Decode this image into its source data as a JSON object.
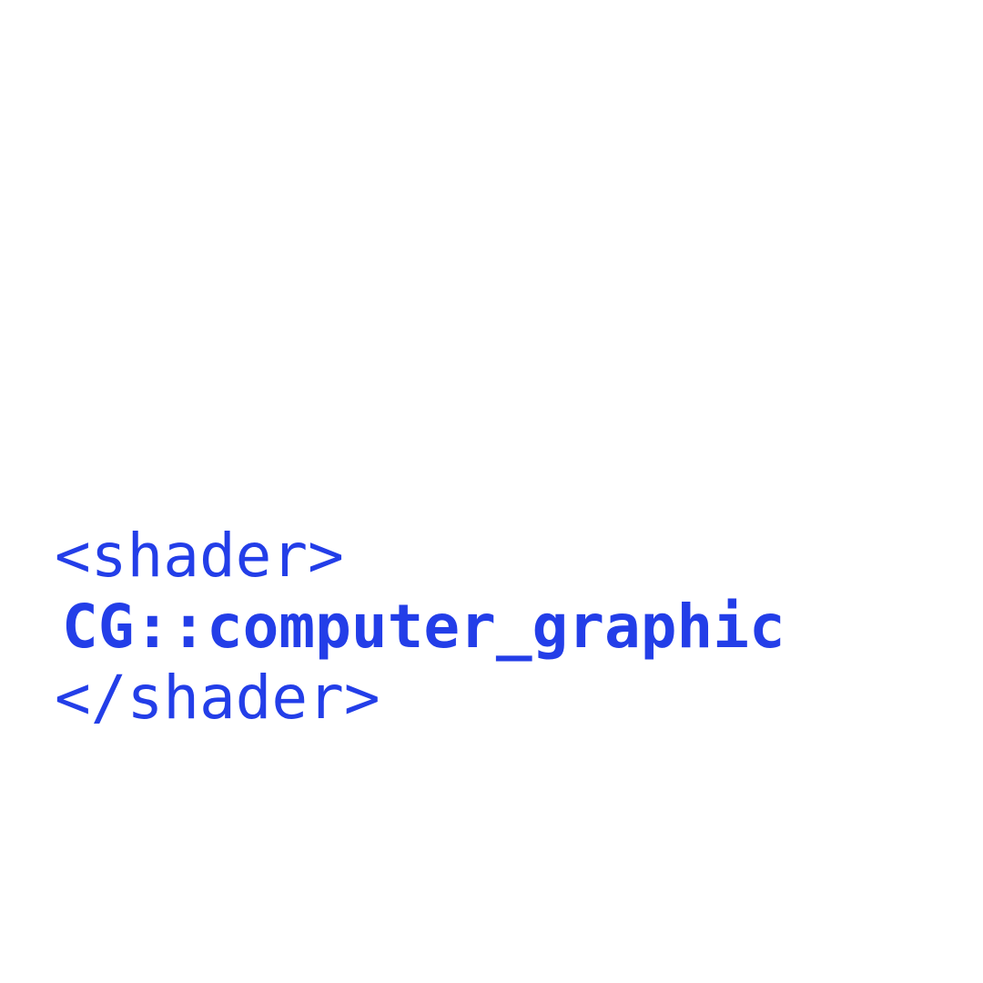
{
  "colors": {
    "background": "#ffffff",
    "text": "#233ee8"
  },
  "code": {
    "open_tag": "<shader>",
    "main_line": "CG::computer_graphic",
    "close_tag": "</shader>"
  }
}
